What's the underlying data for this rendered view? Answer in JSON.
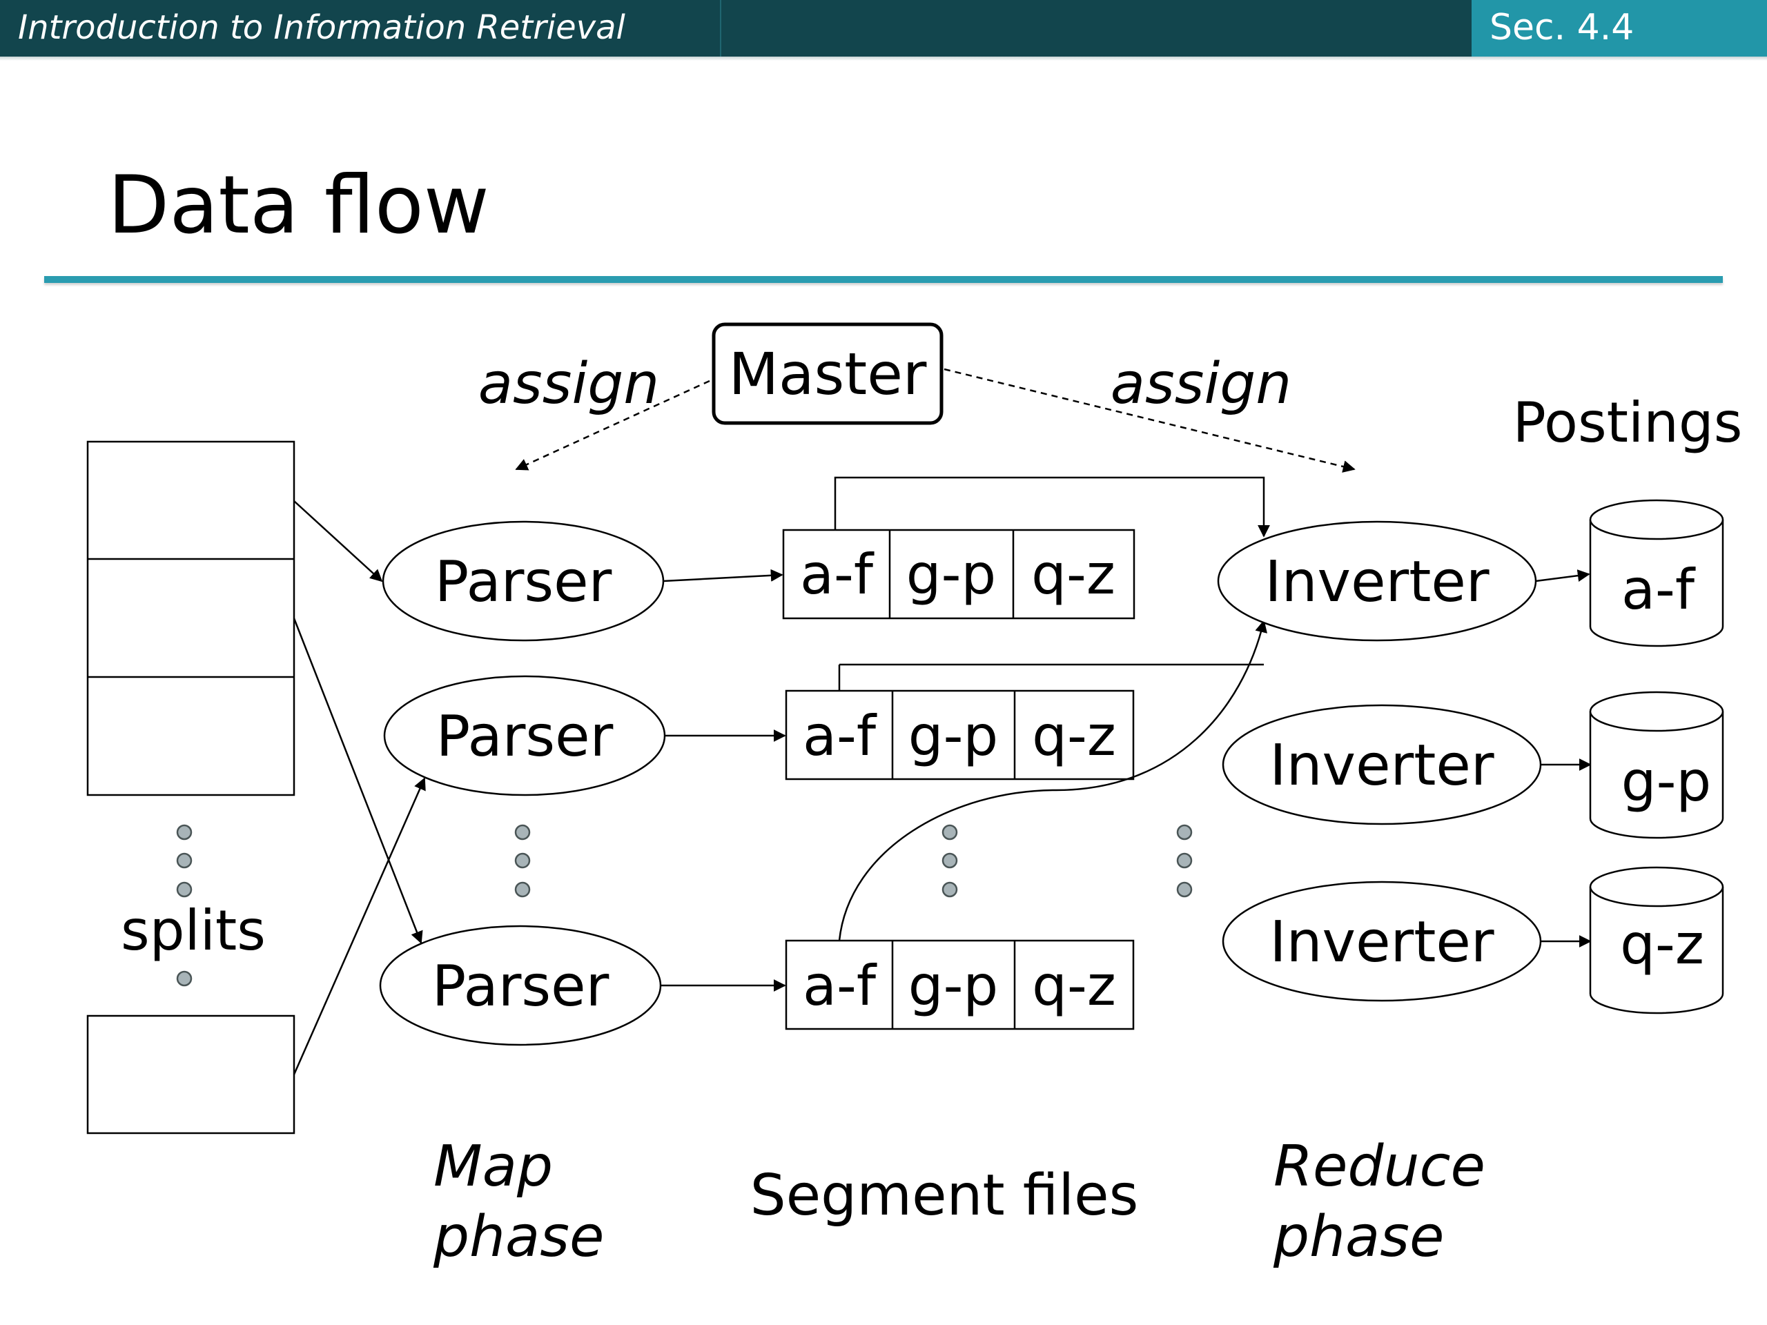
{
  "header": {
    "course_title": "Introduction to Information Retrieval",
    "section": "Sec. 4.4"
  },
  "slide": {
    "title": "Data flow"
  },
  "diagram": {
    "master": "Master",
    "assign_left": "assign",
    "assign_right": "assign",
    "postings_label": "Postings",
    "splits_label": "splits",
    "parsers": [
      "Parser",
      "Parser",
      "Parser"
    ],
    "segment_ranges": [
      "a-f",
      "g-p",
      "q-z"
    ],
    "inverters": [
      "Inverter",
      "Inverter",
      "Inverter"
    ],
    "postings": [
      "a-f",
      "g-p",
      "q-z"
    ],
    "map_phase": [
      "Map",
      "phase"
    ],
    "segment_files_label": "Segment files",
    "reduce_phase": [
      "Reduce",
      "phase"
    ]
  }
}
